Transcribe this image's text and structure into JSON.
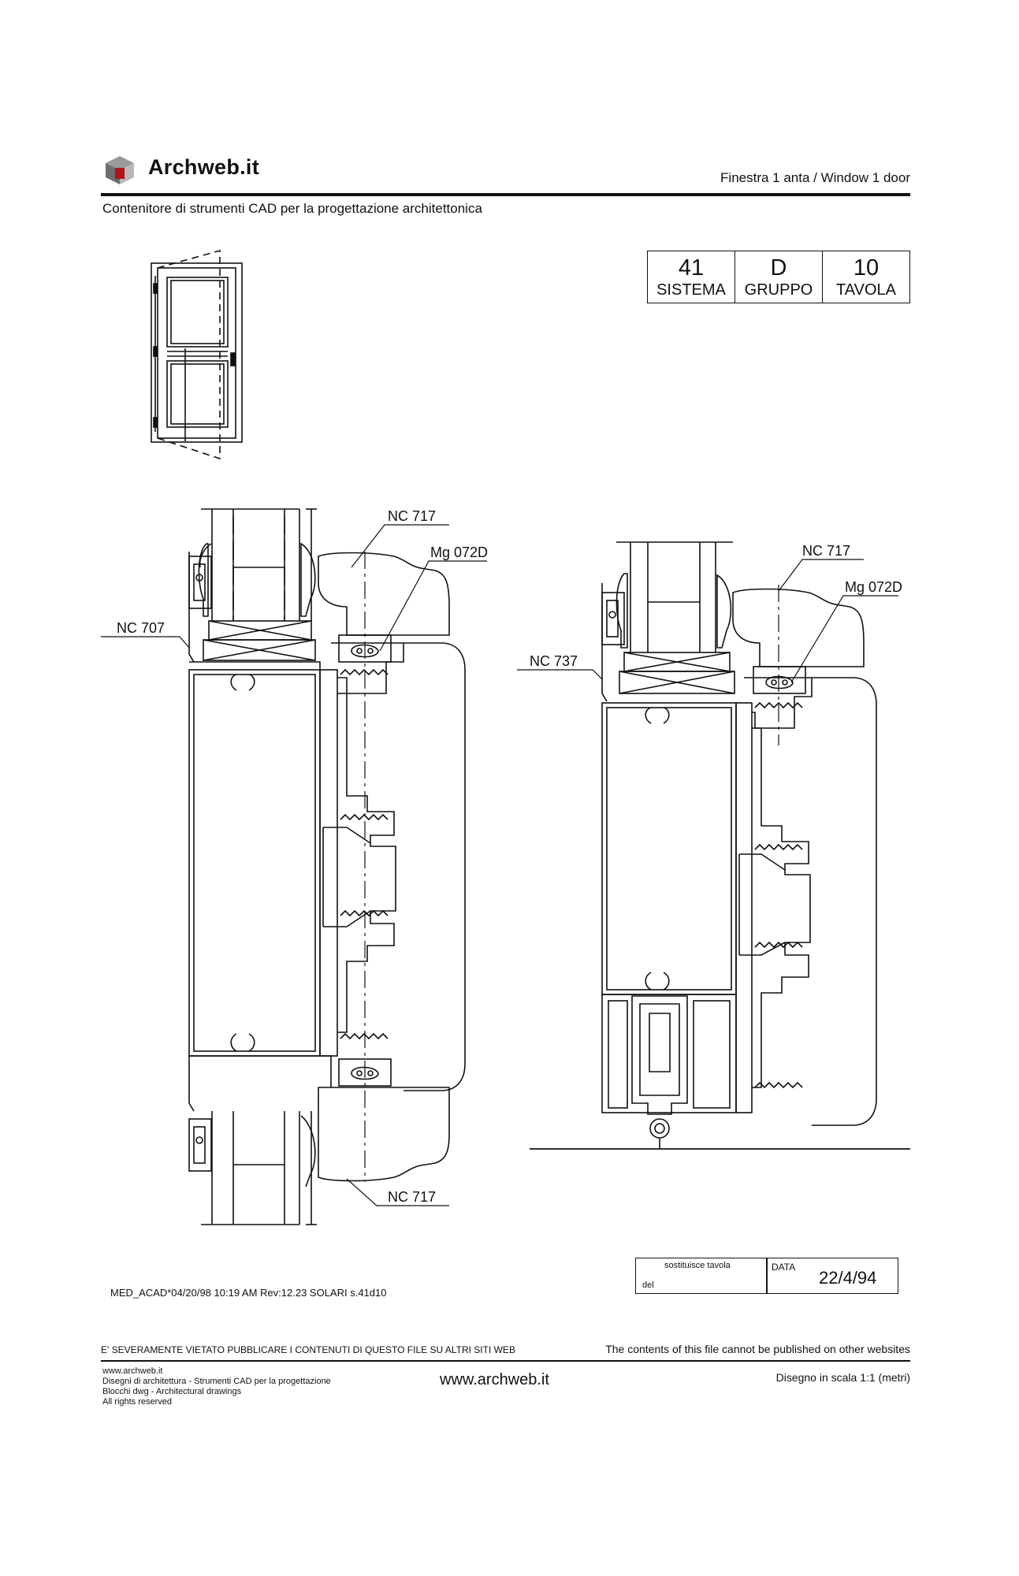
{
  "header": {
    "brand": "Archweb.it",
    "title": "Finestra 1 anta  /  Window 1 door",
    "subtitle": "Contenitore di strumenti CAD per la progettazione architettonica"
  },
  "code_table": [
    {
      "value": "41",
      "label": "SISTEMA"
    },
    {
      "value": "D",
      "label": "GRUPPO"
    },
    {
      "value": "10",
      "label": "TAVOLA"
    }
  ],
  "drawing_labels": {
    "left_top_profile": "NC 717",
    "left_gasket": "Mg 072D",
    "left_frame": "NC 707",
    "left_bottom_profile": "NC 717",
    "right_top_profile": "NC 717",
    "right_gasket": "Mg 072D",
    "right_frame": "NC 737"
  },
  "revision_box": {
    "replaces_label": "sostituisce tavola",
    "del_label": "del",
    "date_label": "DATA",
    "date": "22/4/94"
  },
  "cad_stamp": "MED_ACAD*04/20/98 10:19 AM Rev:12.23  SOLARI s.41d10",
  "warning": {
    "italian": "E' SEVERAMENTE VIETATO PUBBLICARE I CONTENUTI DI QUESTO FILE SU ALTRI SITI WEB",
    "english": "The contents of this file cannot be published on other websites"
  },
  "footer": {
    "lines": [
      "www.archweb.it",
      "Disegni di architettura - Strumenti CAD  per la progettazione",
      "Blocchi dwg - Architectural drawings",
      "All rights reserved"
    ],
    "site": "www.archweb.it",
    "scale": "Disegno in scala 1:1 (metri)"
  }
}
